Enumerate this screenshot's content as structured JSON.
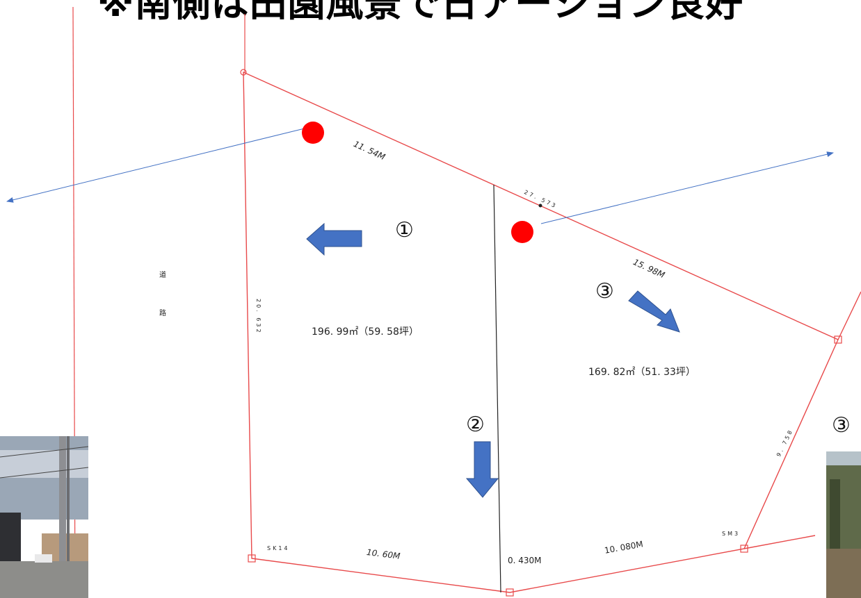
{
  "title": "※南側は田園風景で日アーション良好",
  "lots": [
    {
      "area": "196. 99㎡（59. 58坪）"
    },
    {
      "area": "169. 82㎡（51. 33坪）"
    }
  ],
  "markers": [
    "①",
    "②",
    "③",
    "③"
  ],
  "road": [
    "道",
    "路"
  ],
  "dimensions": {
    "top_left": "11. 54M",
    "top_mid": "27. 573",
    "top_right": "15. 98M",
    "left_side": "20. 632",
    "bottom_left": "10. 60M",
    "bottom_mid": "0. 430M",
    "bottom_right": "10. 080M",
    "right_side": "9. 758",
    "corner_left": "SK14",
    "corner_right": "SM3"
  },
  "colors": {
    "boundary": "#e8494a",
    "marker_dot": "#ff0000",
    "arrow": "#4472c4",
    "sightline": "#4472c4"
  }
}
